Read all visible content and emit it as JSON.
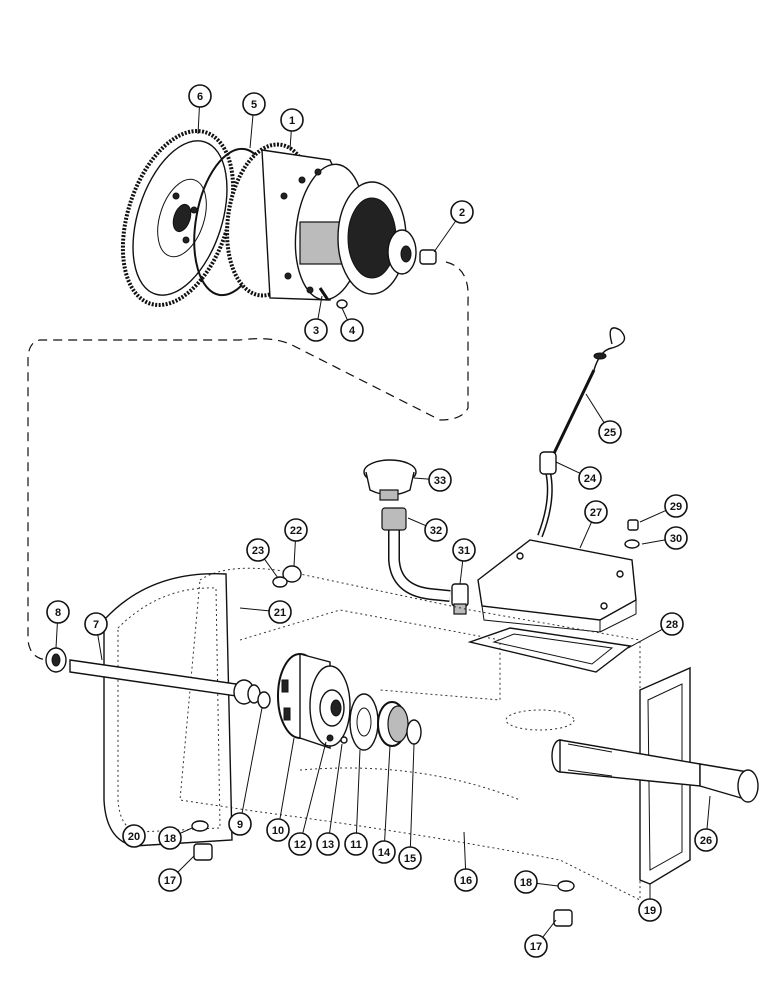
{
  "diagram": {
    "callouts": [
      {
        "id": "c1",
        "label": "1"
      },
      {
        "id": "c2",
        "label": "2"
      },
      {
        "id": "c3",
        "label": "3"
      },
      {
        "id": "c4",
        "label": "4"
      },
      {
        "id": "c5",
        "label": "5"
      },
      {
        "id": "c6",
        "label": "6"
      },
      {
        "id": "c7",
        "label": "7"
      },
      {
        "id": "c8",
        "label": "8"
      },
      {
        "id": "c9",
        "label": "9"
      },
      {
        "id": "c10",
        "label": "10"
      },
      {
        "id": "c11",
        "label": "11"
      },
      {
        "id": "c12",
        "label": "12"
      },
      {
        "id": "c13",
        "label": "13"
      },
      {
        "id": "c14",
        "label": "14"
      },
      {
        "id": "c15",
        "label": "15"
      },
      {
        "id": "c16",
        "label": "16"
      },
      {
        "id": "c17a",
        "label": "17"
      },
      {
        "id": "c17b",
        "label": "17"
      },
      {
        "id": "c18a",
        "label": "18"
      },
      {
        "id": "c18b",
        "label": "18"
      },
      {
        "id": "c19",
        "label": "19"
      },
      {
        "id": "c20",
        "label": "20"
      },
      {
        "id": "c21",
        "label": "21"
      },
      {
        "id": "c22",
        "label": "22"
      },
      {
        "id": "c23",
        "label": "23"
      },
      {
        "id": "c24",
        "label": "24"
      },
      {
        "id": "c25",
        "label": "25"
      },
      {
        "id": "c26",
        "label": "26"
      },
      {
        "id": "c27",
        "label": "27"
      },
      {
        "id": "c28",
        "label": "28"
      },
      {
        "id": "c29",
        "label": "29"
      },
      {
        "id": "c30",
        "label": "30"
      },
      {
        "id": "c31",
        "label": "31"
      },
      {
        "id": "c32",
        "label": "32"
      },
      {
        "id": "c33",
        "label": "33"
      }
    ]
  }
}
